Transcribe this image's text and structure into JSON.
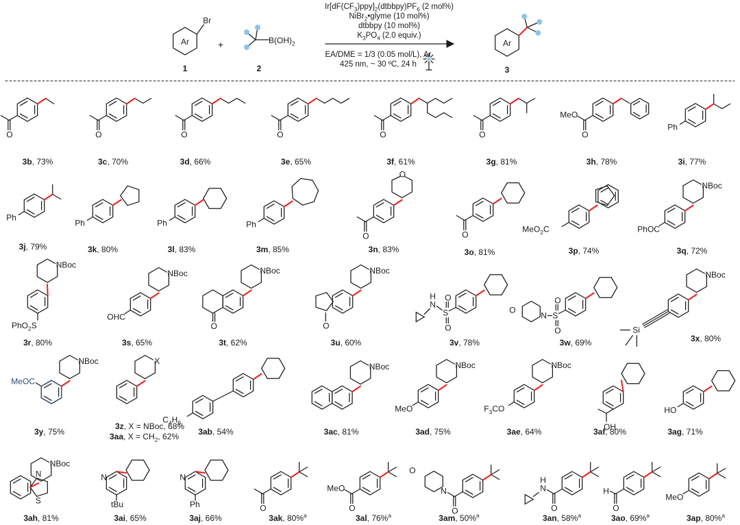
{
  "colors": {
    "ink": "#1a1a1a",
    "bond_new": "#e8201c",
    "methyl_dot": "#8fc3ea",
    "substituent_blue": "#2c4a78"
  },
  "reaction": {
    "reactant_1": {
      "ring_label": "Ar",
      "substituent": "Br",
      "number": "1"
    },
    "plus": "+",
    "reactant_2": {
      "group": "B(OH)",
      "group_subscript": "2",
      "number": "2"
    },
    "product": {
      "ring_label": "Ar",
      "number": "3"
    },
    "conditions_above": [
      {
        "parts": [
          [
            "Ir[dF(CF",
            ""
          ],
          [
            "3",
            "sub"
          ],
          [
            ")ppy]",
            ""
          ],
          [
            "2",
            "sub"
          ],
          [
            "(dtbbpy)PF",
            ""
          ],
          [
            "6",
            "sub"
          ],
          [
            " (2 mol%)",
            ""
          ]
        ]
      },
      {
        "parts": [
          [
            "NiBr",
            ""
          ],
          [
            "2",
            "sub"
          ],
          [
            "•glyme (10 mol%)",
            ""
          ]
        ]
      },
      {
        "parts": [
          [
            "dtbbpy (10 mol%)",
            ""
          ]
        ]
      },
      {
        "parts": [
          [
            "K",
            ""
          ],
          [
            "3",
            "sub"
          ],
          [
            "PO",
            ""
          ],
          [
            "4",
            "sub"
          ],
          [
            " (2.0 equiv.)",
            ""
          ]
        ]
      }
    ],
    "conditions_below": [
      {
        "parts": [
          [
            "EA/DME = 1/3 (0.05 mol/L), Ar",
            ""
          ]
        ]
      },
      {
        "parts": [
          [
            "425 nm, ~ 30 ºC, 24 h",
            ""
          ]
        ]
      }
    ]
  },
  "products": [
    {
      "id": "3b",
      "yield": "73%",
      "sup": ""
    },
    {
      "id": "3c",
      "yield": "70%",
      "sup": ""
    },
    {
      "id": "3d",
      "yield": "66%",
      "sup": ""
    },
    {
      "id": "3e",
      "yield": "65%",
      "sup": ""
    },
    {
      "id": "3f",
      "yield": "61%",
      "sup": ""
    },
    {
      "id": "3g",
      "yield": "81%",
      "sup": ""
    },
    {
      "id": "3h",
      "yield": "78%",
      "sup": ""
    },
    {
      "id": "3i",
      "yield": "77%",
      "sup": ""
    },
    {
      "id": "3j",
      "yield": "79%",
      "sup": ""
    },
    {
      "id": "3k",
      "yield": "80%",
      "sup": ""
    },
    {
      "id": "3l",
      "yield": "83%",
      "sup": ""
    },
    {
      "id": "3m",
      "yield": "85%",
      "sup": ""
    },
    {
      "id": "3n",
      "yield": "83%",
      "sup": ""
    },
    {
      "id": "3o",
      "yield": "81%",
      "sup": ""
    },
    {
      "id": "3p",
      "yield": "74%",
      "sup": ""
    },
    {
      "id": "3q",
      "yield": "72%",
      "sup": ""
    },
    {
      "id": "3r",
      "yield": "80%",
      "sup": ""
    },
    {
      "id": "3s",
      "yield": "65%",
      "sup": ""
    },
    {
      "id": "3t",
      "yield": "62%",
      "sup": ""
    },
    {
      "id": "3u",
      "yield": "60%",
      "sup": ""
    },
    {
      "id": "3v",
      "yield": "78%",
      "sup": ""
    },
    {
      "id": "3w",
      "yield": "69%",
      "sup": ""
    },
    {
      "id": "3x",
      "yield": "80%",
      "sup": ""
    },
    {
      "id": "3y",
      "yield": "75%",
      "sup": ""
    },
    {
      "id": "3z",
      "yield": "68%",
      "sup": "",
      "note": ", X = NBoc"
    },
    {
      "id": "3aa",
      "yield": "62%",
      "sup": "",
      "note": ", X = CH2"
    },
    {
      "id": "3ab",
      "yield": "54%",
      "sup": ""
    },
    {
      "id": "3ac",
      "yield": "81%",
      "sup": ""
    },
    {
      "id": "3ad",
      "yield": "75%",
      "sup": ""
    },
    {
      "id": "3ae",
      "yield": "64%",
      "sup": ""
    },
    {
      "id": "3af",
      "yield": "80%",
      "sup": ""
    },
    {
      "id": "3ag",
      "yield": "71%",
      "sup": ""
    },
    {
      "id": "3ah",
      "yield": "81%",
      "sup": ""
    },
    {
      "id": "3ai",
      "yield": "65%",
      "sup": ""
    },
    {
      "id": "3aj",
      "yield": "66%",
      "sup": ""
    },
    {
      "id": "3ak",
      "yield": "80%",
      "sup": "a"
    },
    {
      "id": "3al",
      "yield": "76%",
      "sup": "a"
    },
    {
      "id": "3am",
      "yield": "50%",
      "sup": "a"
    },
    {
      "id": "3an",
      "yield": "58%",
      "sup": "a"
    },
    {
      "id": "3ao",
      "yield": "69%",
      "sup": "a"
    },
    {
      "id": "3ap",
      "yield": "80%",
      "sup": "a"
    }
  ],
  "structure_labels": {
    "O": "O",
    "MeO": "MeO",
    "Ph": "Ph",
    "MeO2C_1": "MeO",
    "MeO2C_2": "2",
    "MeO2C_3": "C",
    "NBoc": "NBoc",
    "PhOC": "PhOC",
    "PhO2S_1": "PhO",
    "PhO2S_2": "2",
    "PhO2S_3": "S",
    "OHC": "OHC",
    "H": "H",
    "N": "N",
    "S": "S",
    "Si": "Si",
    "MeOC": "MeOC",
    "X": "X",
    "C4H9_1": "C",
    "C4H9_2": "4",
    "C4H9_3": "H",
    "C4H9_4": "9",
    "F3CO_1": "F",
    "F3CO_2": "3",
    "F3CO_3": "CO",
    "OH": "OH",
    "HO": "HO",
    "tBu": "tBu"
  }
}
